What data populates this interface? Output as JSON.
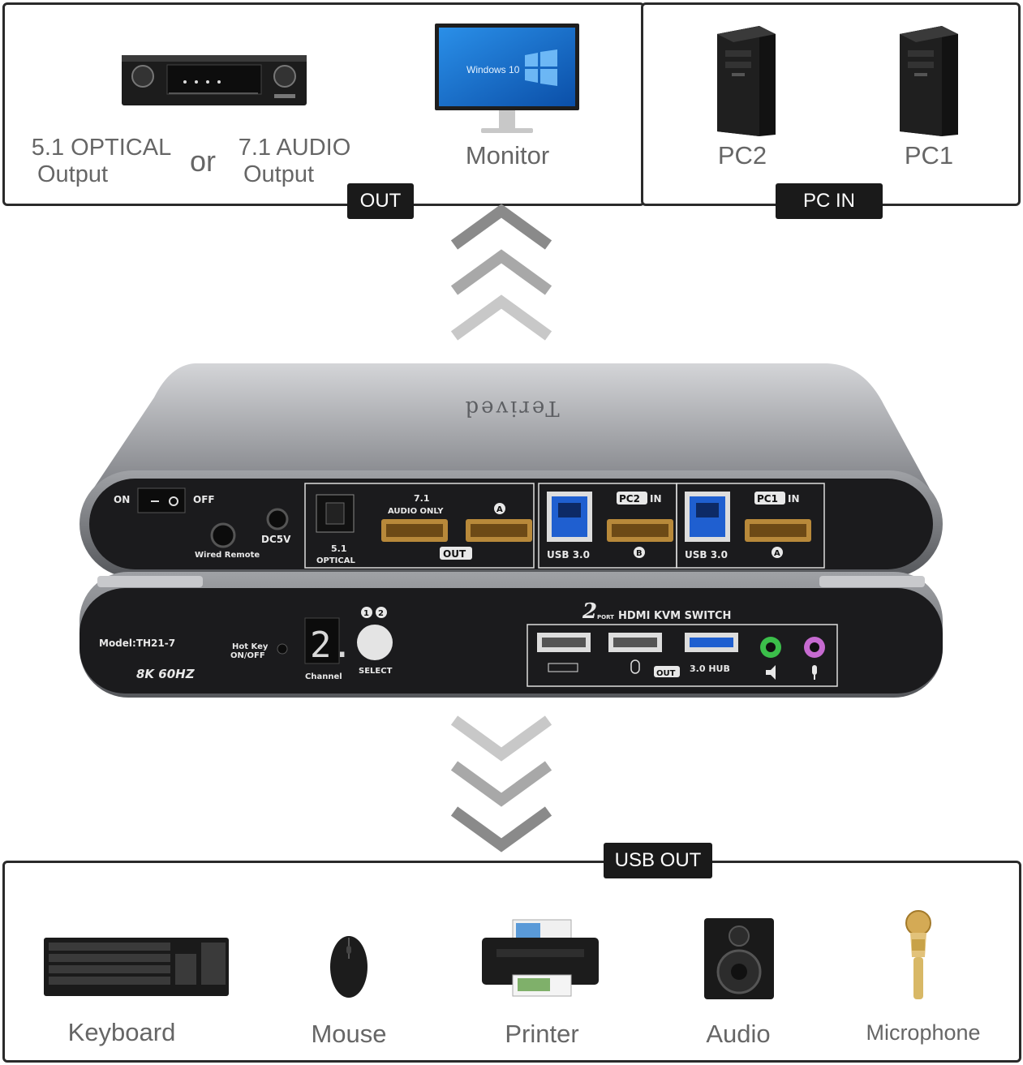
{
  "top_panel": {
    "audio_optical": [
      "5.1 OPTICAL",
      "Output"
    ],
    "or_text": "or",
    "audio_analog": [
      "7.1 AUDIO",
      "Output"
    ],
    "monitor_label": "Monitor",
    "monitor_screen_text": "Windows 10",
    "out_tag": "OUT",
    "pc2_label": "PC2",
    "pc1_label": "PC1",
    "pc_in_tag": "PC IN"
  },
  "device": {
    "brand": "Terived",
    "rear": {
      "on": "ON",
      "off": "OFF",
      "wired_remote": "Wired Remote",
      "dc5v": "DC5V",
      "optical": [
        "5.1",
        "OPTICAL"
      ],
      "audio_71": [
        "7.1",
        "AUDIO ONLY"
      ],
      "port_a": "A",
      "port_b": "B",
      "out": "OUT",
      "pc2_in": "PC2",
      "pc1_in": "PC1",
      "in": "IN",
      "usb30": "USB 3.0"
    },
    "front": {
      "model": "Model:TH21-7",
      "resolution": "8K 60HZ",
      "hotkey": [
        "Hot Key",
        "ON/OFF"
      ],
      "channel_display": "2.",
      "channel": "Channel",
      "select_numbers": [
        "1",
        "2"
      ],
      "select": "SELECT",
      "switch_title": "HDMI KVM SWITCH",
      "port_count": "2",
      "port_word": "PORT",
      "out": "OUT",
      "hub": "3.0 HUB"
    }
  },
  "bottom_panel": {
    "usb_out_tag": "USB OUT",
    "items": [
      "Keyboard",
      "Mouse",
      "Printer",
      "Audio",
      "Microphone"
    ]
  },
  "colors": {
    "tag_bg": "#1a1a1a",
    "device_body": "#8e9094",
    "device_face": "#1b1b1d",
    "hdmi_gold": "#b8893a",
    "usb_blue": "#1f5fd0",
    "jack_green": "#3bbf4a",
    "jack_pink": "#c66ad0"
  }
}
